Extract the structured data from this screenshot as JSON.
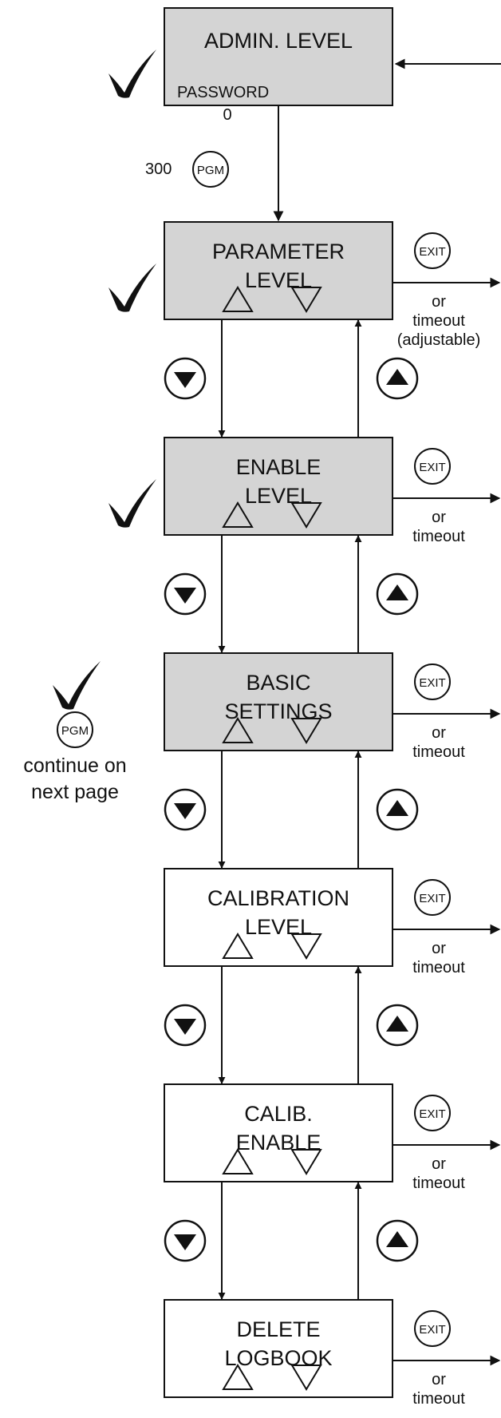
{
  "admin_box": {
    "title": "ADMIN. LEVEL",
    "password_label": "PASSWORD",
    "password_value": "0"
  },
  "entry": {
    "code": "300",
    "button": "PGM"
  },
  "menu_boxes": [
    {
      "line1": "PARAMETER",
      "line2": "LEVEL",
      "shaded": true,
      "checked": true
    },
    {
      "line1": "ENABLE",
      "line2": "LEVEL",
      "shaded": true,
      "checked": true
    },
    {
      "line1": "BASIC",
      "line2": "SETTINGS",
      "shaded": true,
      "checked": false
    },
    {
      "line1": "CALIBRATION",
      "line2": "LEVEL",
      "shaded": false,
      "checked": false
    },
    {
      "line1": "CALIB.",
      "line2": "ENABLE",
      "shaded": false,
      "checked": false
    },
    {
      "line1": "DELETE",
      "line2": "LOGBOOK",
      "shaded": false,
      "checked": false
    }
  ],
  "exit_button": "EXIT",
  "exit_or": "or",
  "exit_timeout": "timeout",
  "exit_adjustable": "(adjustable)",
  "continue_note": {
    "button": "PGM",
    "line1": "continue on",
    "line2": "next page"
  },
  "colors": {
    "shaded_fill": "#d4d4d4",
    "line": "#111111",
    "check": "#111111"
  }
}
